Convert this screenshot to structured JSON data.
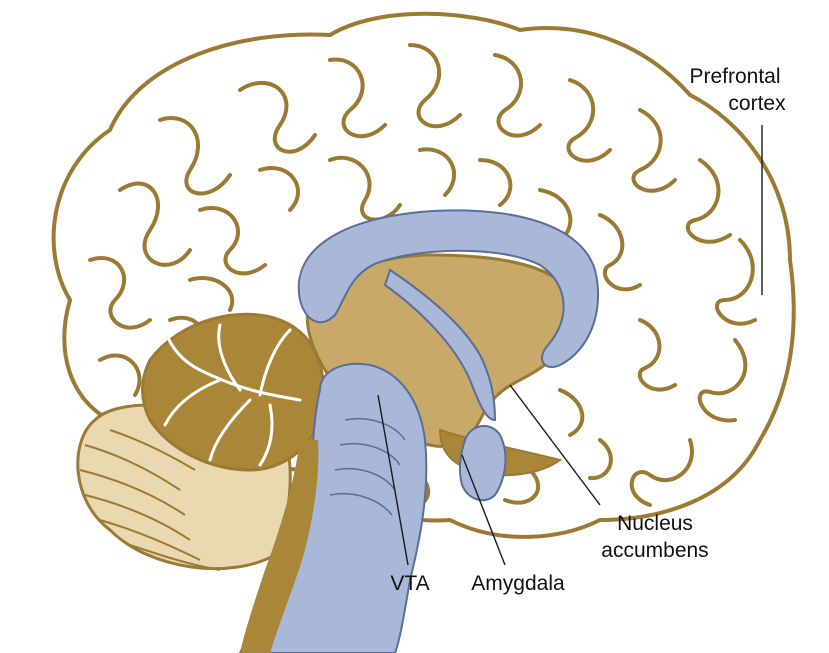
{
  "labels": {
    "prefrontal_line1": "Prefrontal",
    "prefrontal_line2": "cortex",
    "nucleus_line1": "Nucleus",
    "nucleus_line2": "accumbens",
    "vta": "VTA",
    "amygdala": "Amygdala"
  },
  "colors": {
    "outline": "#9c7a33",
    "tissue_dark": "#a98638",
    "tissue_mid": "#c9a96a",
    "cerebellum_light": "#ead9b0",
    "ventricle_blue": "#a9b8d8",
    "blue_edge": "#5a6e96",
    "leader": "#1a1a1a"
  }
}
